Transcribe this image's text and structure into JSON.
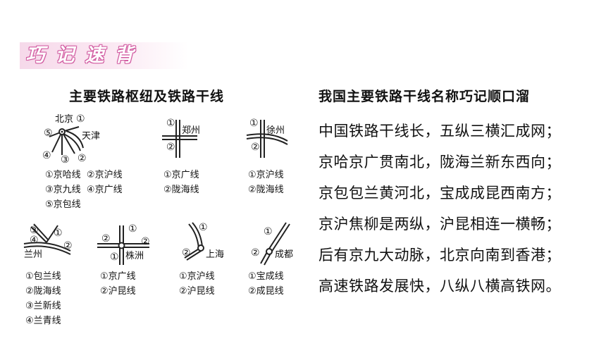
{
  "banner": {
    "chars": [
      "巧",
      "记",
      "速",
      "背"
    ]
  },
  "left_title": "主要铁路枢纽及铁路干线",
  "right_title": "我国主要铁路干线名称巧记顺口溜",
  "rhyme": [
    "中国铁路干线长，五纵三横汇成网；",
    "京哈京广贯南北，陇海兰新东西向；",
    "京包包兰黄河北，宝成成昆西南方；",
    "京沪焦柳是两纵，沪昆相连一横畅；",
    "后有京九大动脉，北京向南到香港；",
    "高速铁路发展快，八纵八横高铁网。"
  ],
  "hubs": {
    "beijing": {
      "city": "北京",
      "other_city": "天津",
      "marks": [
        "①",
        "②",
        "③",
        "④",
        "⑤"
      ],
      "legend": [
        [
          "①京哈线",
          "②京沪线"
        ],
        [
          "③京九线",
          "④京广线"
        ],
        [
          "⑤京包线"
        ]
      ]
    },
    "zhengzhou": {
      "city": "郑州",
      "marks": [
        "①",
        "②"
      ],
      "legend": [
        "①京广线",
        "②陇海线"
      ]
    },
    "xuzhou": {
      "city": "徐州",
      "marks": [
        "①",
        "②"
      ],
      "legend": [
        "①京沪线",
        "②陇海线"
      ]
    },
    "lanzhou": {
      "city": "兰州",
      "marks": [
        "①",
        "②",
        "③",
        "④"
      ],
      "legend": [
        "①包兰线",
        "②陇海线",
        "③兰新线",
        "④兰青线"
      ]
    },
    "zhuzhou": {
      "city": "株洲",
      "marks": [
        "①",
        "②",
        "②",
        "①"
      ],
      "legend": [
        "①京广线",
        "②沪昆线"
      ]
    },
    "shanghai": {
      "city": "上海",
      "marks": [
        "①",
        "②"
      ],
      "legend": [
        "①京沪线",
        "②沪昆线"
      ]
    },
    "chengdu": {
      "city": "成都",
      "marks": [
        "①",
        "②"
      ],
      "legend": [
        "①宝成线",
        "②成昆线"
      ]
    }
  }
}
